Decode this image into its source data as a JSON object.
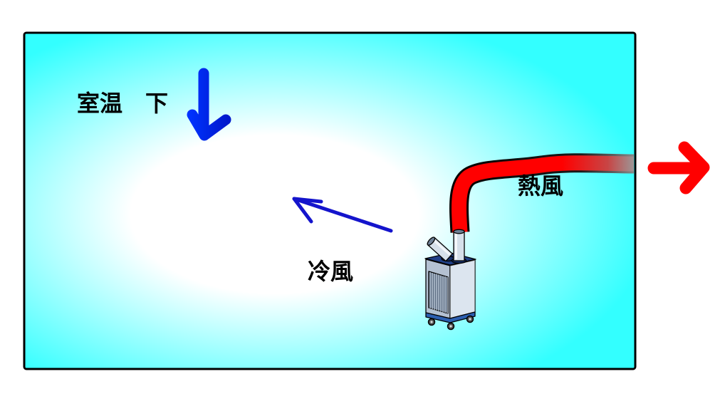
{
  "labels": {
    "room_temperature": "室温　下",
    "cool_air": "冷風",
    "hot_air": "熱風"
  },
  "colors": {
    "room_edge": "#33ffff",
    "room_center": "#ffffff",
    "room_border": "#000000",
    "down_arrow": "#0033ff",
    "down_arrow_dark": "#0018cc",
    "cool_air_arrow": "#1414cc",
    "hot_air": "#ff0000",
    "hot_air_fade": "#9a9a9a",
    "exhaust_arrow": "#ff0000",
    "cooler_top": "#1f3f86",
    "cooler_body": "#c9d7e6",
    "cooler_base": "#2c5fb0"
  },
  "icons": {
    "temperature_arrow": "down-arrow-icon",
    "cool_air_arrow": "cool-air-arrow-icon",
    "exhaust_arrow": "right-arrow-icon",
    "appliance": "spot-cooler-icon"
  }
}
